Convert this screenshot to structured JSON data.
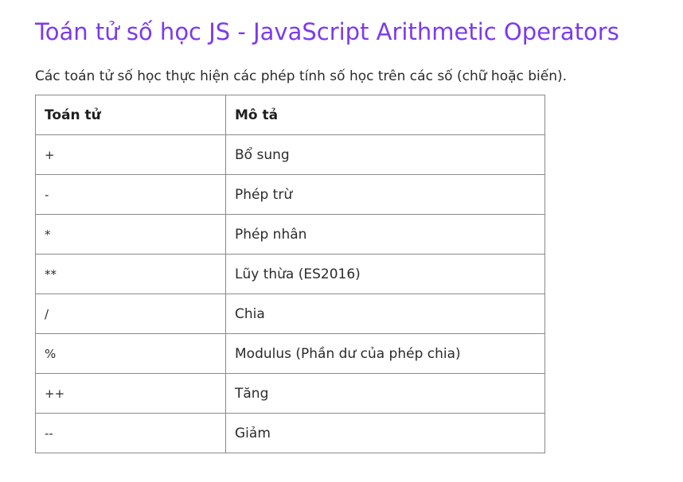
{
  "title": "Toán tử số học JS - JavaScript Arithmetic Operators",
  "intro": "Các toán tử số học thực hiện các phép tính số học trên các số (chữ hoặc biến).",
  "table": {
    "headers": [
      "Toán tử",
      "Mô tả"
    ],
    "rows": [
      {
        "operator": "+",
        "description": "Bổ sung"
      },
      {
        "operator": "-",
        "description": "Phép trừ"
      },
      {
        "operator": "*",
        "description": "Phép nhân"
      },
      {
        "operator": "**",
        "description": "Lũy thừa (ES2016)"
      },
      {
        "operator": "/",
        "description": "Chia"
      },
      {
        "operator": "%",
        "description": "Modulus (Phần dư của phép chia)"
      },
      {
        "operator": "++",
        "description": "Tăng"
      },
      {
        "operator": "--",
        "description": "Giảm"
      }
    ]
  },
  "colors": {
    "title": "#7c3aed",
    "border": "#8a8a8a",
    "text": "#2b2b2b"
  }
}
